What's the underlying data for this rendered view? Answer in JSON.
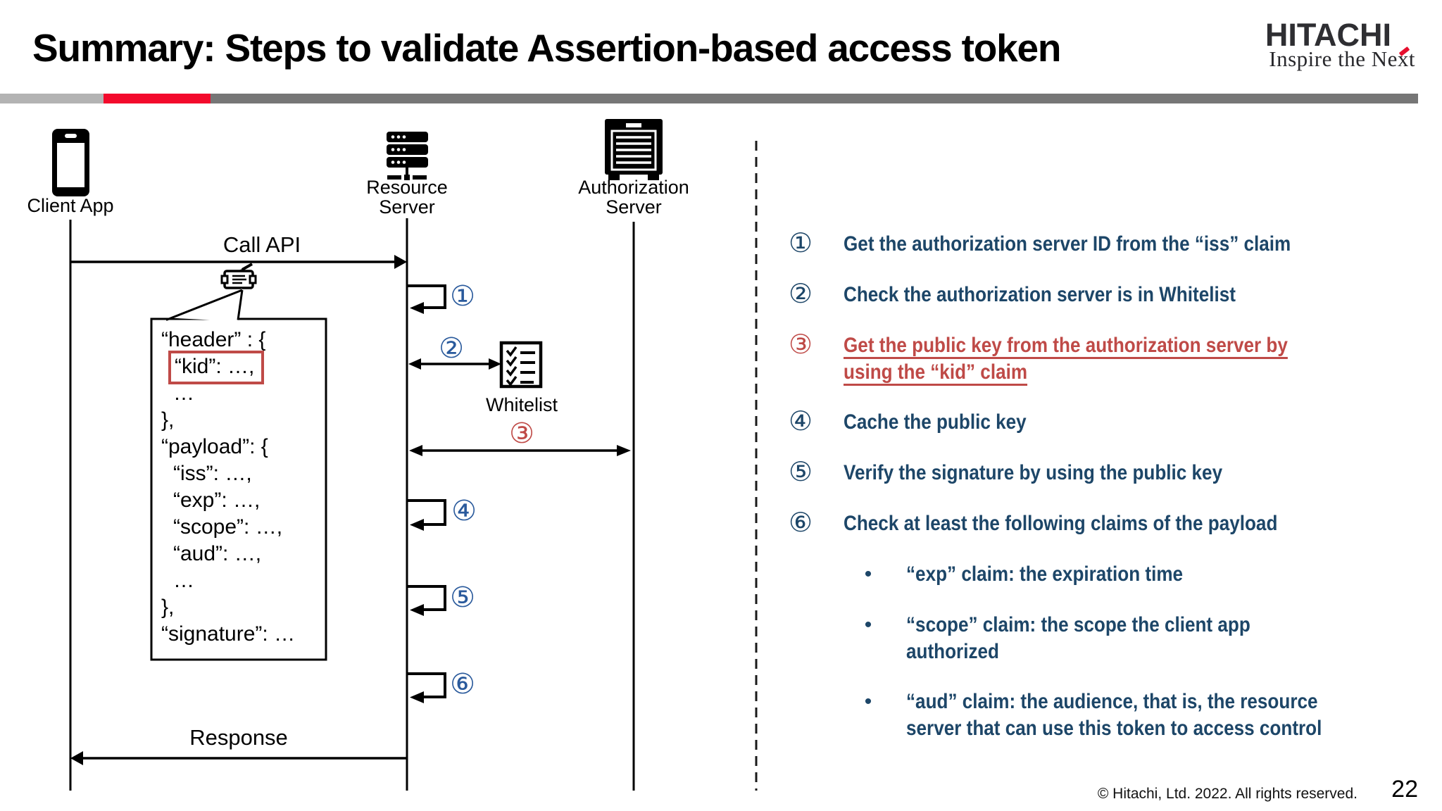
{
  "slide": {
    "title": "Summary: Steps to validate Assertion-based access token",
    "copyright": "© Hitachi, Ltd. 2022. All rights reserved.",
    "page_number": "22"
  },
  "logo": {
    "brand": "HITACHI",
    "tagline": "Inspire the Next"
  },
  "colors": {
    "hitachi_red": "#F30A2C",
    "bar_gray_light": "#B3B3B3",
    "bar_gray_dark": "#767676",
    "step_navy": "#1D4668",
    "marker_blue": "#2A5A9C",
    "highlight_red": "#BF4A47"
  },
  "diagram": {
    "actors": [
      {
        "id": "client-app",
        "lines": [
          "Client App"
        ]
      },
      {
        "id": "resource-server",
        "lines": [
          "Resource",
          "Server"
        ]
      },
      {
        "id": "authorization-server",
        "lines": [
          "Authorization",
          "Server"
        ]
      }
    ],
    "messages": {
      "call_api": "Call API",
      "response": "Response",
      "whitelist_label": "Whitelist"
    },
    "markers": [
      "①",
      "②",
      "③",
      "④",
      "⑤",
      "⑥"
    ],
    "jwt": {
      "lines": [
        "“header” : {",
        "“kid”: …,",
        "…",
        "},",
        "“payload”: {",
        "“iss”: …,",
        "“exp”: …,",
        "“scope”: …,",
        "“aud”: …,",
        "…",
        "},",
        "“signature”: …"
      ]
    }
  },
  "steps": {
    "items": [
      {
        "num": "①",
        "lines": [
          "Get the authorization server ID from the “iss” claim"
        ]
      },
      {
        "num": "②",
        "lines": [
          "Check the authorization server is in Whitelist"
        ]
      },
      {
        "num": "③",
        "lines": [
          "Get the public key from the authorization server by",
          "using the “kid” claim"
        ],
        "highlight": true
      },
      {
        "num": "④",
        "lines": [
          "Cache the public key"
        ]
      },
      {
        "num": "⑤",
        "lines": [
          "Verify the signature by using the public key"
        ]
      },
      {
        "num": "⑥",
        "lines": [
          "Check at least the following claims of the payload"
        ]
      }
    ],
    "bullets": [
      {
        "marker": "•",
        "lines": [
          "“exp” claim: the expiration time"
        ]
      },
      {
        "marker": "•",
        "lines": [
          "“scope” claim: the scope the client app",
          "authorized"
        ]
      },
      {
        "marker": "•",
        "lines": [
          "“aud” claim: the audience, that is, the resource",
          "server that can use this token to access control"
        ]
      }
    ]
  }
}
